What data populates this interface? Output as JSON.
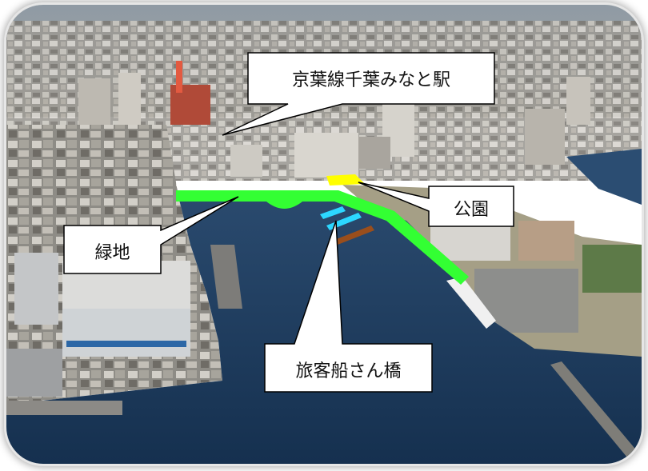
{
  "labels": {
    "station": "京葉線千葉みなと駅",
    "park": "公園",
    "green_area": "緑地",
    "pier": "旅客船さん橋"
  },
  "colors": {
    "green_area": "#33ff33",
    "park": "#ffff00",
    "pier_upper": "#2cd7ff",
    "pier_lower": "#9a4e1c",
    "sea": "#1b3a5e"
  }
}
